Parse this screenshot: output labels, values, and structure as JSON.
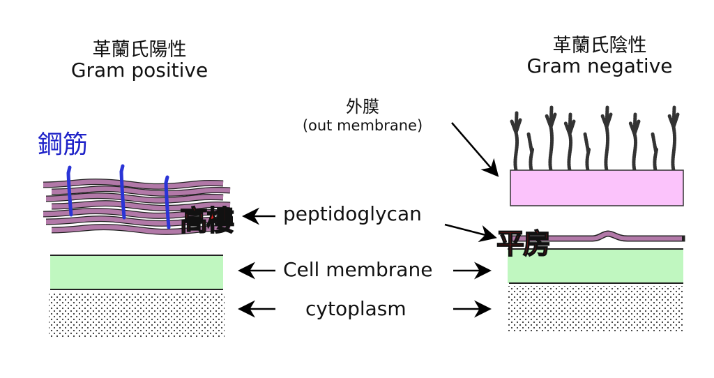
{
  "left": {
    "title_zh": "革蘭氏陽性",
    "title_en": "Gram positive",
    "annotation_rebar": "鋼筋",
    "annotation_tall": "高樓"
  },
  "right": {
    "title_zh": "革蘭氏陰性",
    "title_en": "Gram negative",
    "annotation_flat": "平房"
  },
  "center": {
    "outer_membrane_zh": "外膜",
    "outer_membrane_en": "(out membrane)",
    "peptidoglycan": "peptidoglycan",
    "cell_membrane": "Cell membrane",
    "cytoplasm": "cytoplasm"
  },
  "colors": {
    "peptidoglycan": "#b279a8",
    "cell_membrane": "#c0f7c0",
    "outer_membrane": "#fbc3fb",
    "rebar": "#2a34d6",
    "annotation_red": "#ee1c1c",
    "annotation_blue": "#1e22c8"
  }
}
